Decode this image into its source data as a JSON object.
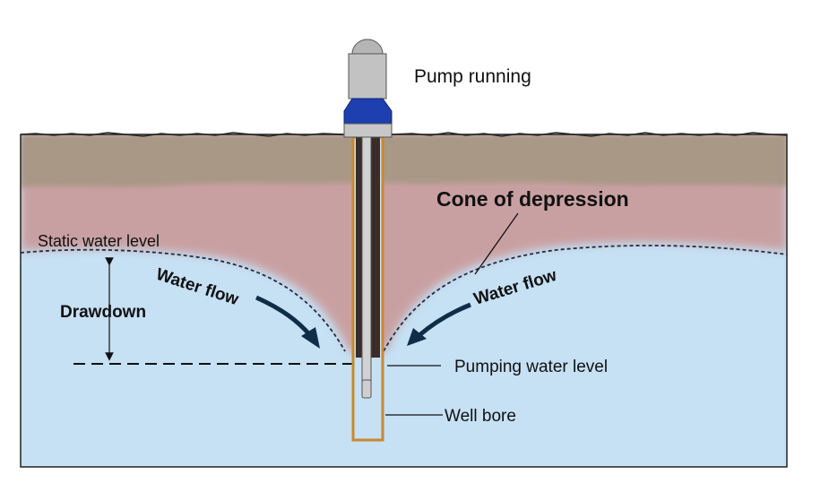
{
  "labels": {
    "pump_running": "Pump running",
    "cone_of_depression": "Cone of depression",
    "static_water_level": "Static water level",
    "drawdown": "Drawdown",
    "water_flow_left": "Water flow",
    "water_flow_right": "Water flow",
    "pumping_water_level": "Pumping water level",
    "well_bore": "Well bore"
  },
  "colors": {
    "topsoil": "#a99886",
    "unsaturated_zone": "#c9a0a2",
    "groundwater": "#c6e0f4",
    "well_casing": "#c8892e",
    "pump_body": "#bdbdbd",
    "pump_base": "#1d3fb0",
    "flow_arrow": "#0f2d46"
  }
}
